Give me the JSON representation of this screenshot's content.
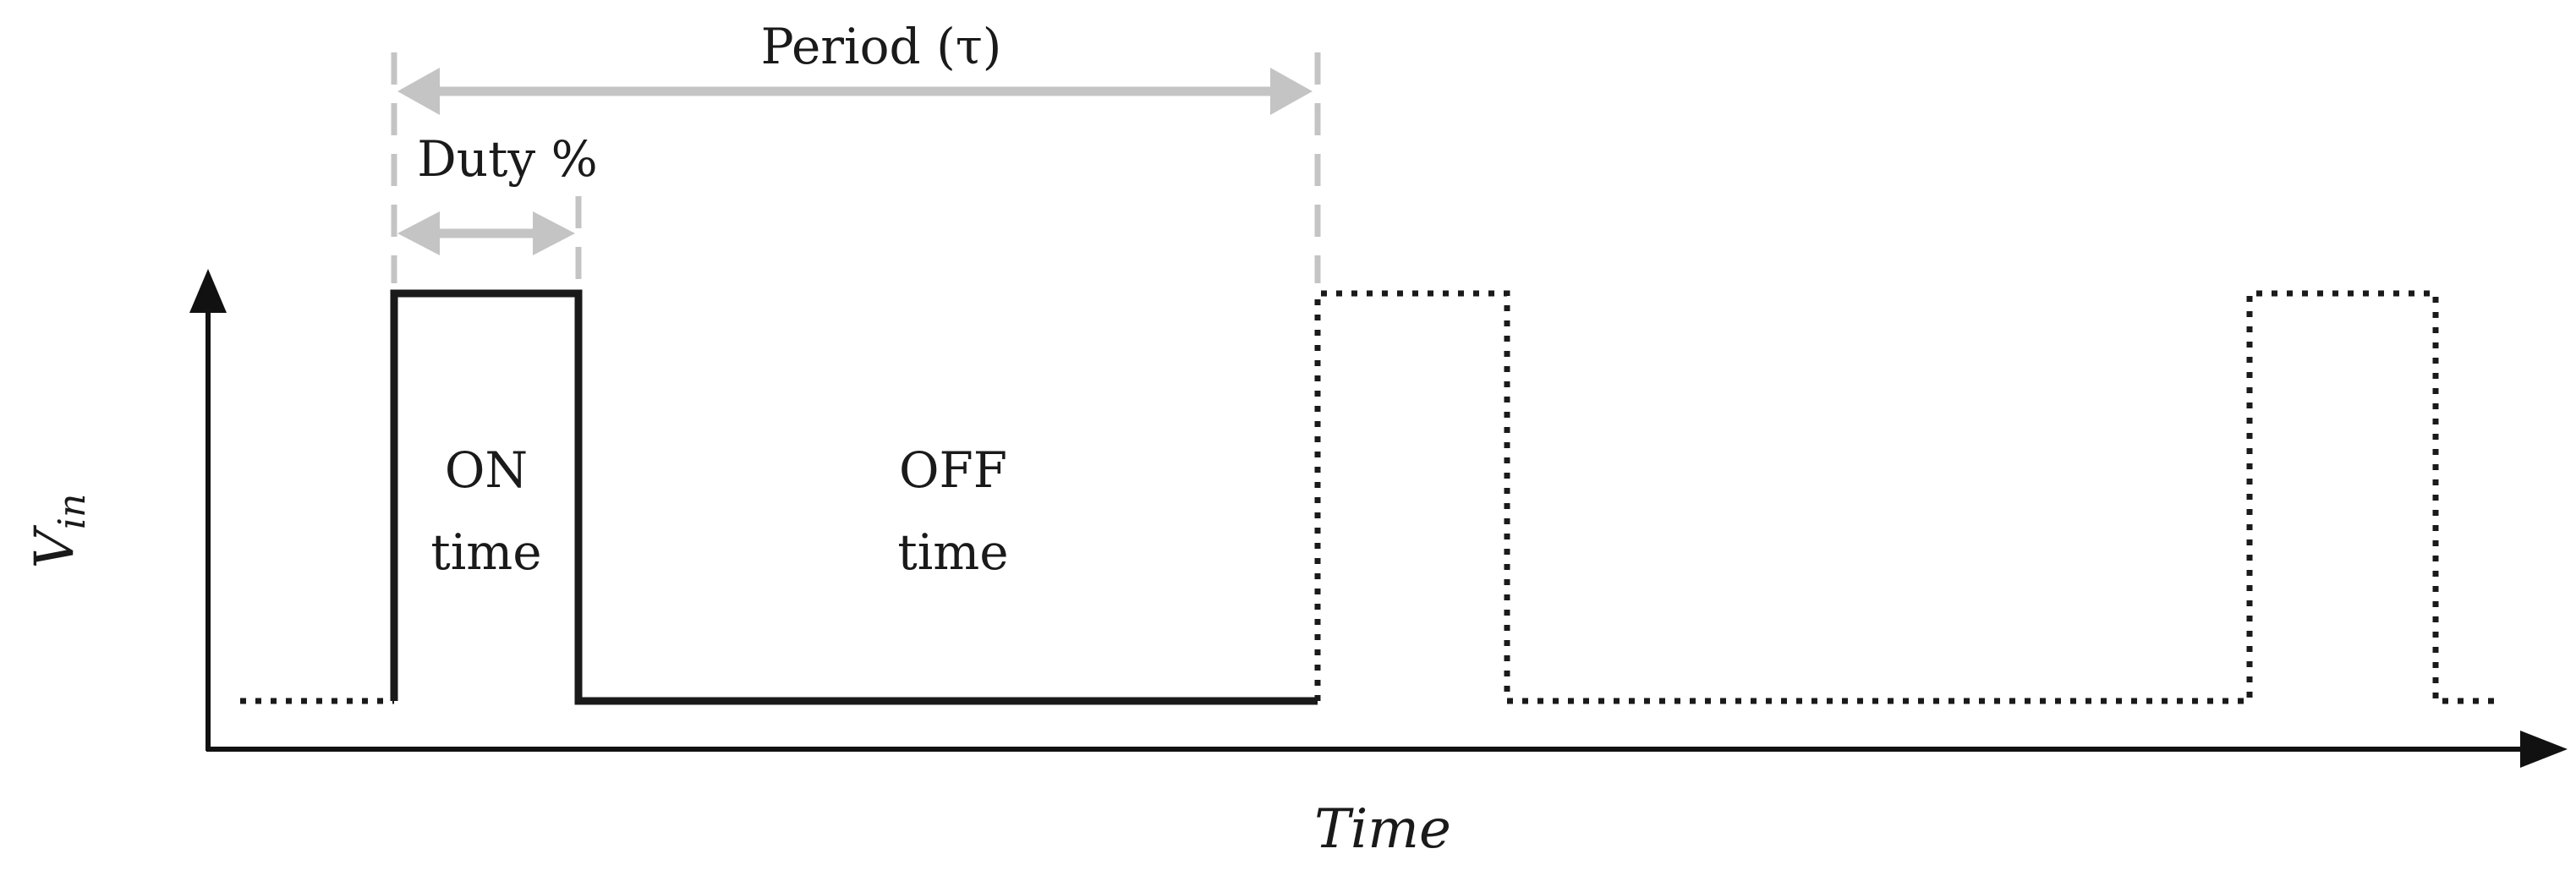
{
  "labels": {
    "period": "Period (τ)",
    "duty": "Duty %",
    "on_line1": "ON",
    "on_line2": "time",
    "off_line1": "OFF",
    "off_line2": "time",
    "x_axis": "Time",
    "y_axis_main": "V",
    "y_axis_sub": "in"
  },
  "colors": {
    "signal": "#1a1a1a",
    "dimension": "#c4c4c4",
    "axis": "#111111"
  }
}
